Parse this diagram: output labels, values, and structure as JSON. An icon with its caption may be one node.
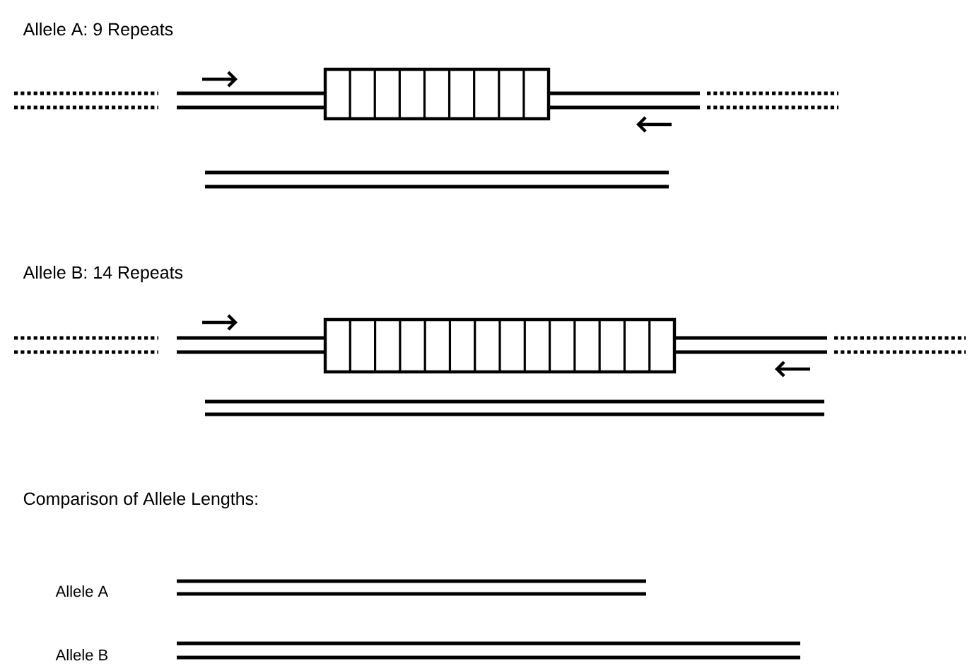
{
  "diagram": {
    "labels": [
      "Allele A: 9 Repeats",
      "Allele B: 14 Repeats",
      "Comparison of Allele Lengths:",
      "Allele A",
      "Allele B"
    ]
  }
}
